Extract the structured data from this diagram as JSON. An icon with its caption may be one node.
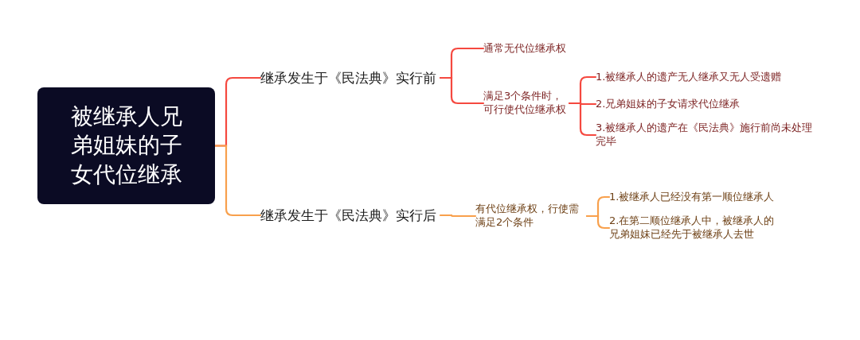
{
  "diagram": {
    "nodes": [
      {
        "text": [
          "被继承人兄弟姐妹的子女代位继承"
        ]
      },
      {
        "text": [
          "继承发生于《民法典》实行前"
        ]
      },
      {
        "text": [
          "通常无代位继承权"
        ]
      },
      {
        "text": [
          "满足3个条件时，可行使代位继承权"
        ]
      },
      {
        "text": [
          "1.被继承人的遗产无人继承又无人受遗赠"
        ]
      },
      {
        "text": [
          "2.兄弟姐妹的子女请求代位继承"
        ]
      },
      {
        "text": [
          "3.被继承人的遗产在《民法典》施行前尚未处理完毕"
        ]
      },
      {
        "text": [
          "继承发生于《民法典》实行后"
        ]
      },
      {
        "text": [
          "有代位继承权，行使需满足2个条件"
        ]
      },
      {
        "text": [
          "1.被继承人已经没有第一顺位继承人"
        ]
      },
      {
        "text": [
          "2.在第二顺位继承人中，被继承人的兄弟姐妹已经先于被继承人去世"
        ]
      }
    ],
    "edges": [
      {
        "from": 0,
        "to": 1,
        "arrow": "none"
      },
      {
        "from": 1,
        "to": 2,
        "arrow": "none"
      },
      {
        "from": 1,
        "to": 3,
        "arrow": "none"
      },
      {
        "from": 3,
        "to": 4,
        "arrow": "none"
      },
      {
        "from": 3,
        "to": 5,
        "arrow": "none"
      },
      {
        "from": 3,
        "to": 6,
        "arrow": "none"
      },
      {
        "from": 0,
        "to": 7,
        "arrow": "none",
        "color": "#f8a04c"
      },
      {
        "from": 7,
        "to": 8,
        "arrow": "none",
        "color": "#f8a04c"
      },
      {
        "from": 8,
        "to": 9,
        "arrow": "none",
        "color": "#f8a04c"
      },
      {
        "from": 8,
        "to": 10,
        "arrow": "none",
        "color": "#f8a04c"
      }
    ]
  }
}
